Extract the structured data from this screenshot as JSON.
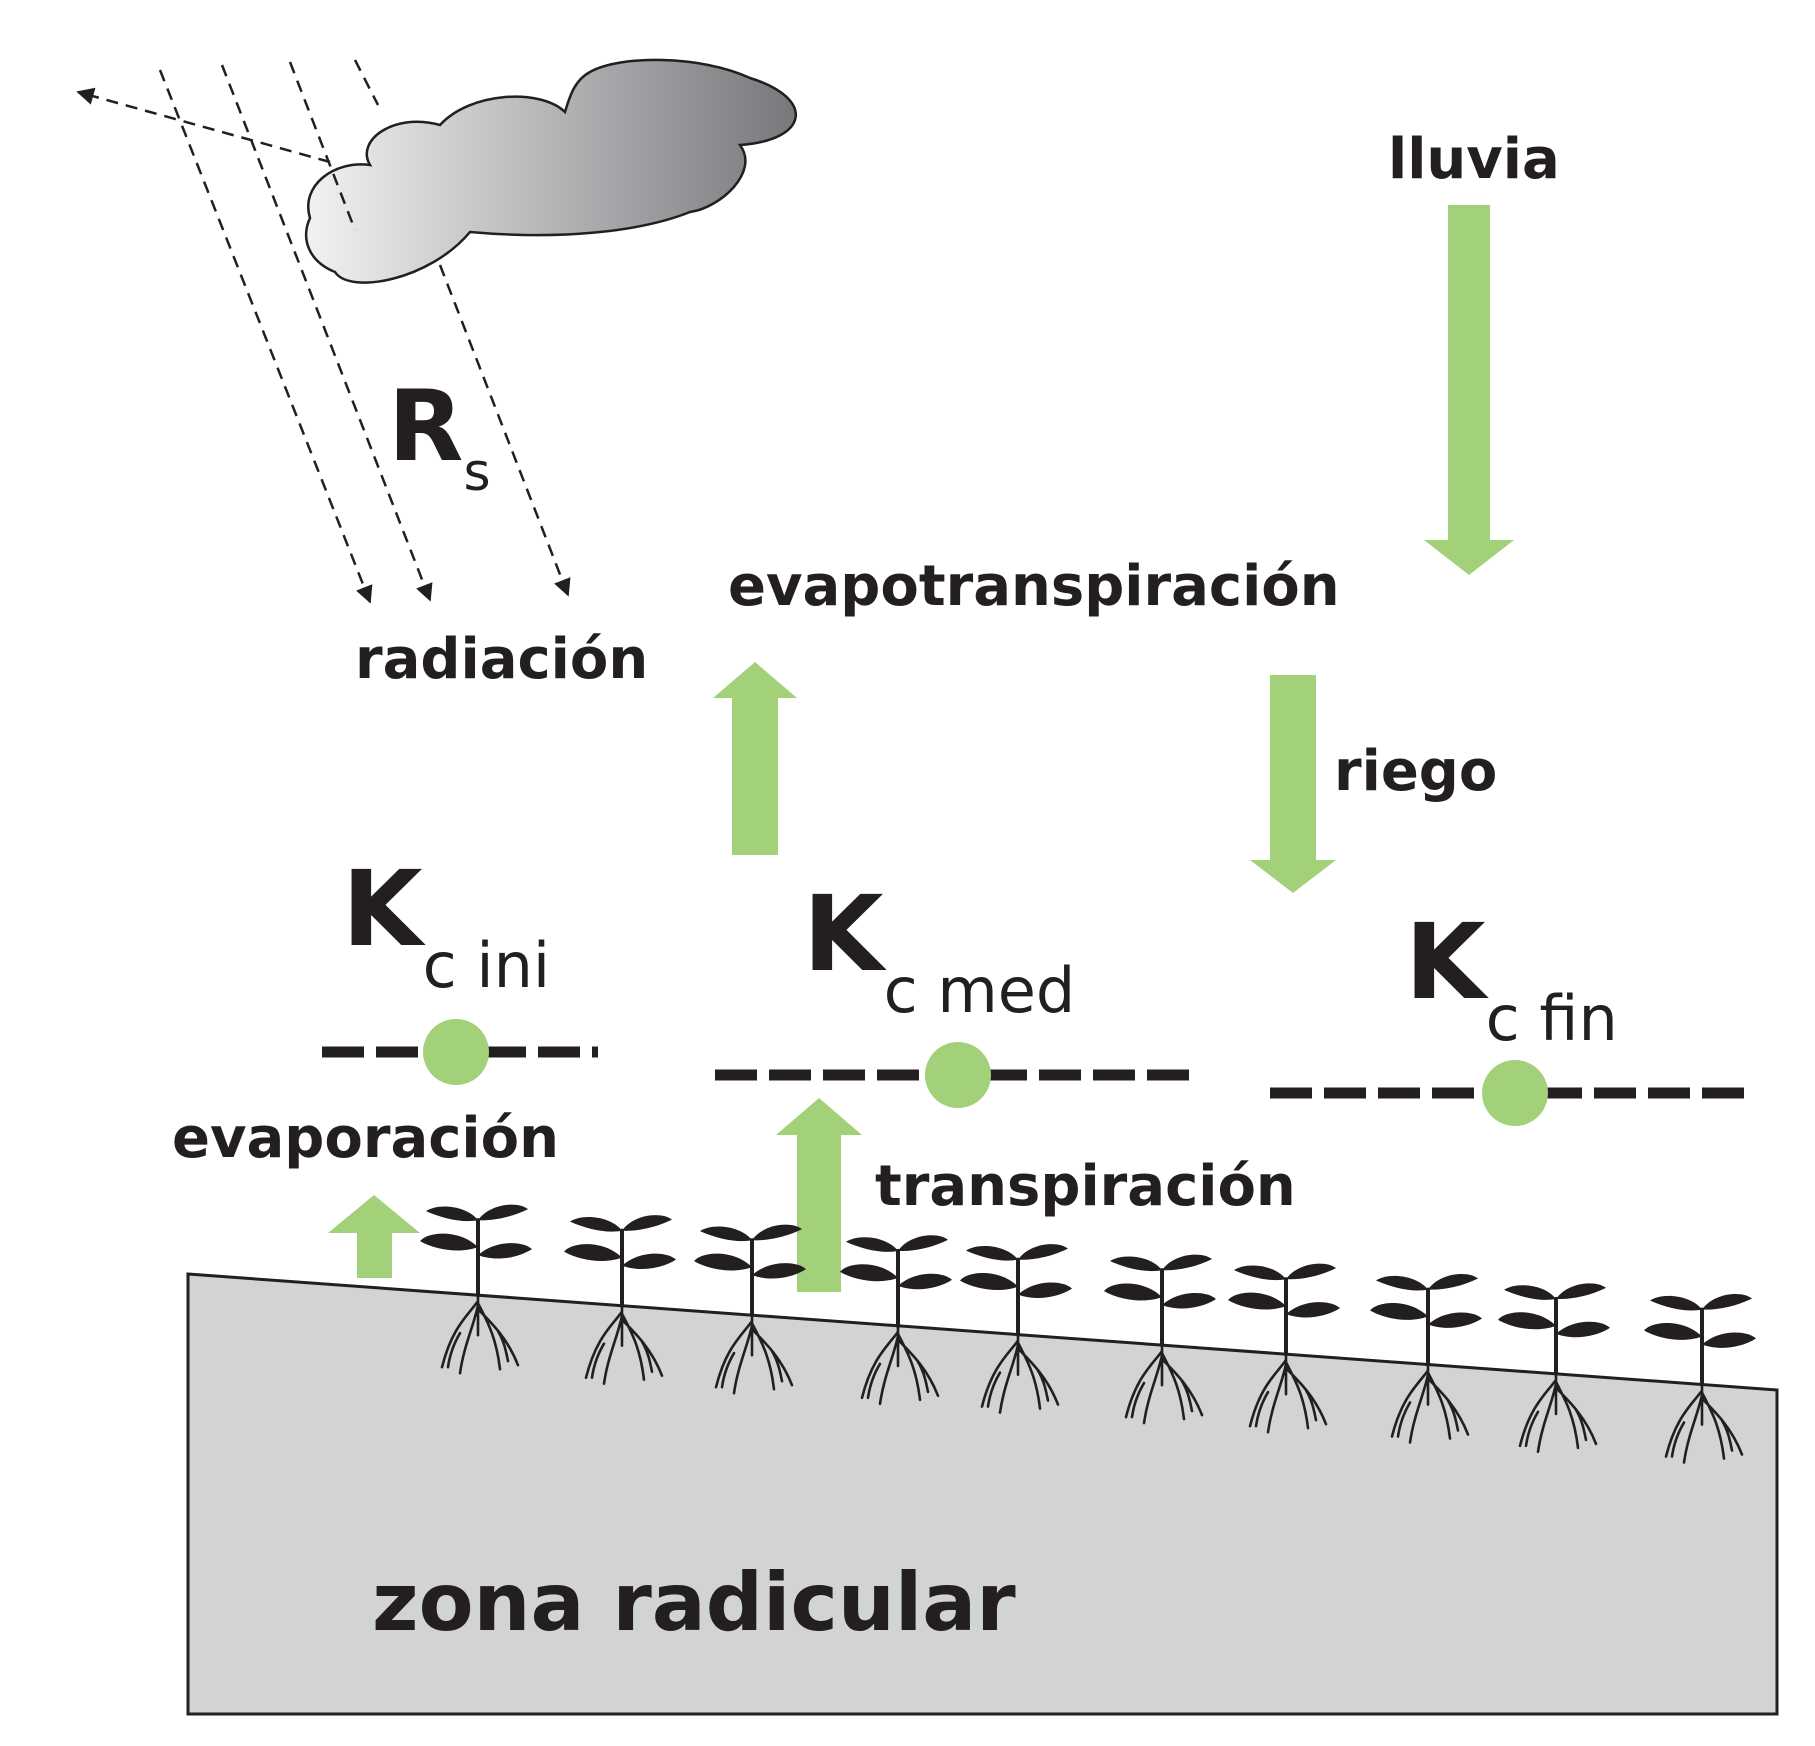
{
  "labels": {
    "rs_main": "R",
    "rs_sub": "s",
    "radiacion": "radiación",
    "lluvia": "lluvia",
    "evapotranspiracion": "evapotranspiración",
    "riego": "riego",
    "evaporacion": "evaporación",
    "transpiracion": "transpiración",
    "zona_radicular": "zona radicular"
  },
  "kc": [
    {
      "main": "K",
      "sub": "c ini"
    },
    {
      "main": "K",
      "sub": "c med"
    },
    {
      "main": "K",
      "sub": "c fin"
    }
  ],
  "colors": {
    "arrow_green": "#a3d17a",
    "soil_gray": "#d2d3d5",
    "ink": "#231f20"
  }
}
